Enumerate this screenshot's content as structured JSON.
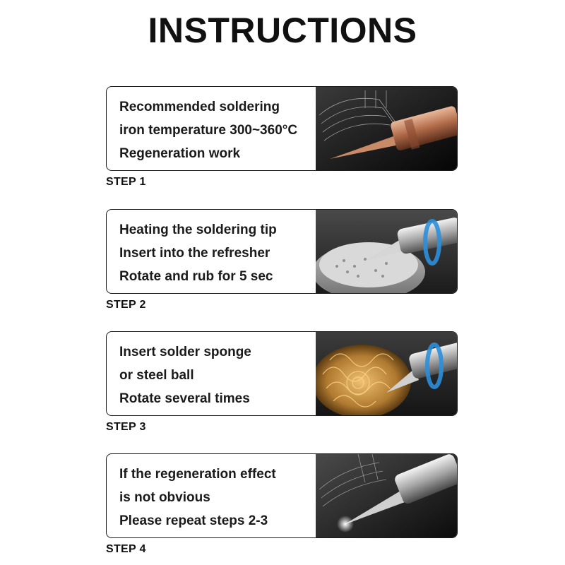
{
  "title": "INSTRUCTIONS",
  "steps": [
    {
      "label": "STEP 1",
      "lines": [
        "Recommended soldering",
        "iron temperature 300~360°C",
        "Regeneration work"
      ],
      "image": "copper-soldering-tip-icon"
    },
    {
      "label": "STEP 2",
      "lines": [
        "Heating the soldering tip",
        "Insert into the refresher",
        "Rotate and rub for 5 sec"
      ],
      "image": "tip-in-refresher-icon"
    },
    {
      "label": "STEP 3",
      "lines": [
        "Insert solder sponge",
        "or steel ball",
        "Rotate several times"
      ],
      "image": "tip-in-brass-wool-icon"
    },
    {
      "label": "STEP 4",
      "lines": [
        "If the regeneration effect",
        "is not obvious",
        "Please repeat steps 2-3"
      ],
      "image": "shiny-soldering-tip-icon"
    }
  ]
}
